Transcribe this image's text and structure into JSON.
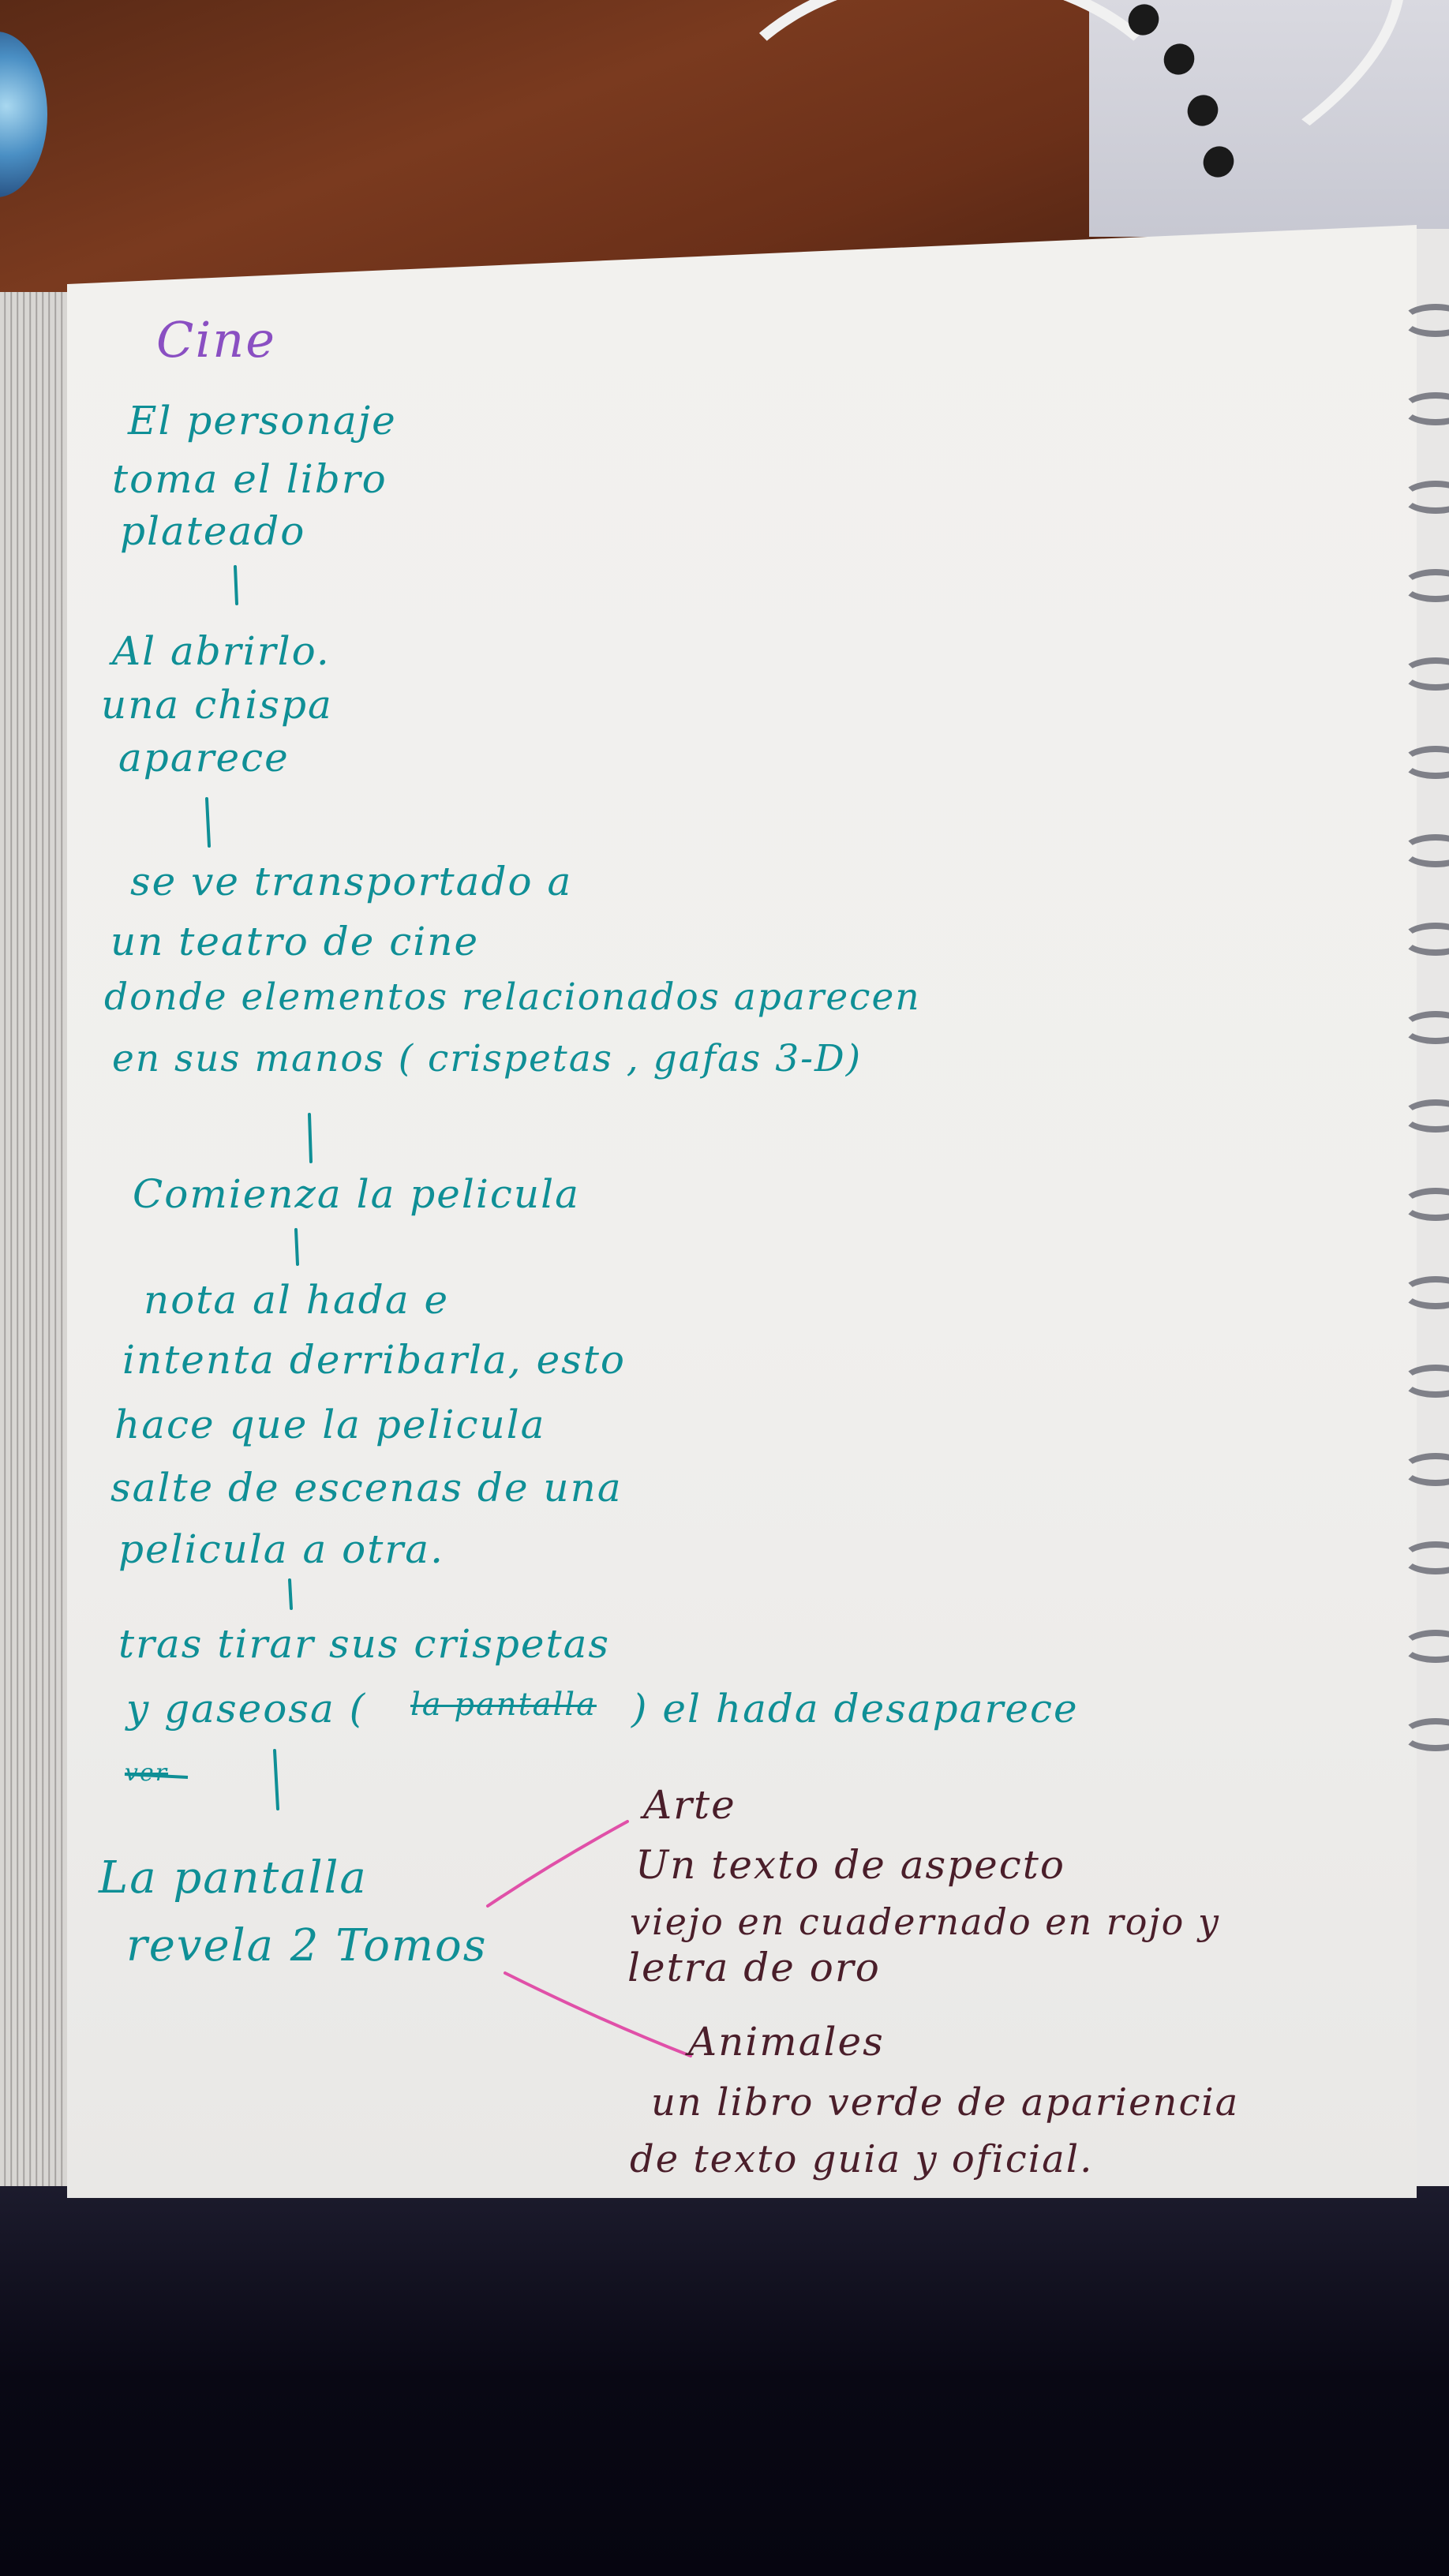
{
  "colors": {
    "teal_ink": "#0f8f96",
    "purple_ink": "#8a4fc2",
    "pink_ink": "#e050a8",
    "brown_ink": "#4a1e2a",
    "paper": "#f0efed"
  },
  "notebook": {
    "title": "Cine",
    "lines": [
      "El personaje",
      "toma el libro",
      "plateado",
      "Al abrirlo.",
      "una chispa",
      "aparece",
      "se ve transportado a",
      "un teatro de cine",
      "donde elementos relacionados aparecen",
      "en sus manos ( crispetas , gafas 3-D)",
      "Comienza la pelicula",
      "nota al hada e",
      "intenta derribarla, esto",
      "hace que la pelicula",
      "salte de escenas de una",
      "pelicula a otra.",
      "tras tirar sus crispetas",
      "y gaseosa (",
      "la pantalla",
      ") el hada desaparece",
      "ver",
      "La pantalla",
      "revela 2 Tomos"
    ],
    "branches": [
      {
        "heading": "Arte",
        "lines": [
          "Un texto de aspecto",
          "viejo en cuadernado en rojo y",
          "letra de oro"
        ]
      },
      {
        "heading": "Animales",
        "lines": [
          "un libro verde de apariencia",
          "de texto guia y oficial."
        ]
      }
    ]
  }
}
